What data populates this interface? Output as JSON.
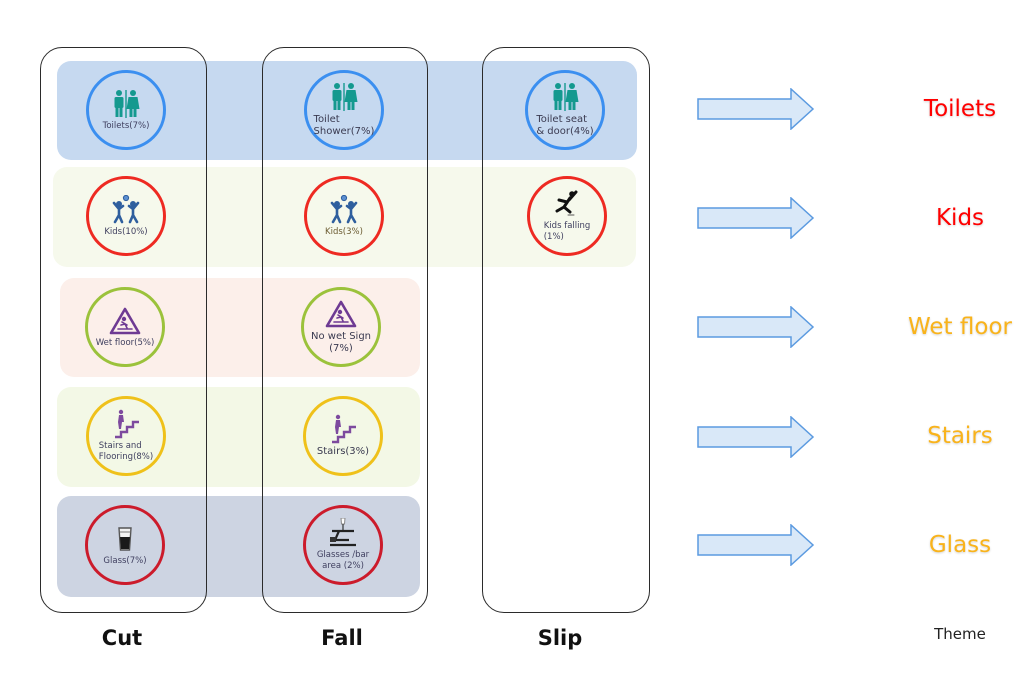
{
  "columns": [
    {
      "label": "Cut"
    },
    {
      "label": "Fall"
    },
    {
      "label": "Slip"
    }
  ],
  "colors": {
    "band_toilets": "#c6d9f0",
    "band_kids": "#f6f9ec",
    "band_wet": "#fcefea",
    "band_stairs": "#f3f8e6",
    "band_glass": "#cdd4e2",
    "ring_blue": "#3b8ff0",
    "ring_red": "#ee2a22",
    "ring_green": "#9bc23b",
    "ring_yellow": "#efc11a",
    "ring_darkred": "#cc1b2b",
    "arrow_fill": "#d9e8f8",
    "arrow_stroke": "#5b9ae0",
    "theme_red": "#ff0000",
    "theme_orange": "#f9b31b"
  },
  "cells": {
    "cut_toilets": {
      "label": "Toilets(7%)",
      "icon": "restroom-icon"
    },
    "fall_toilets": {
      "label": "Toilet\nShower(7%)",
      "icon": "restroom-icon"
    },
    "slip_toilets": {
      "label": "Toilet seat\n& door(4%)",
      "icon": "restroom-icon"
    },
    "cut_kids": {
      "label": "Kids(10%)",
      "icon": "kids-playing-icon"
    },
    "fall_kids": {
      "label": "Kids(3%)",
      "icon": "kids-playing-icon"
    },
    "slip_kids": {
      "label": "Kids falling\n(1%)",
      "icon": "person-falling-icon"
    },
    "cut_wet": {
      "label": "Wet floor(5%)",
      "icon": "wet-floor-warning-icon"
    },
    "fall_wet": {
      "label": "No wet Sign\n(7%)",
      "icon": "wet-floor-warning-icon"
    },
    "cut_stairs": {
      "label": "Stairs and\nFlooring(8%)",
      "icon": "stairs-icon"
    },
    "fall_stairs": {
      "label": "Stairs(3%)",
      "icon": "stairs-icon"
    },
    "cut_glass": {
      "label": "Glass(7%)",
      "icon": "glass-icon"
    },
    "fall_glass": {
      "label": "Glasses /bar\narea (2%)",
      "icon": "bar-glass-icon"
    }
  },
  "themes": [
    {
      "label": "Toilets",
      "color": "#ff0000"
    },
    {
      "label": "Kids",
      "color": "#ff0000"
    },
    {
      "label": "Wet floor",
      "color": "#f9b31b"
    },
    {
      "label": "Stairs",
      "color": "#f9b31b"
    },
    {
      "label": "Glass",
      "color": "#f9b31b"
    }
  ],
  "theme_caption": "Theme"
}
